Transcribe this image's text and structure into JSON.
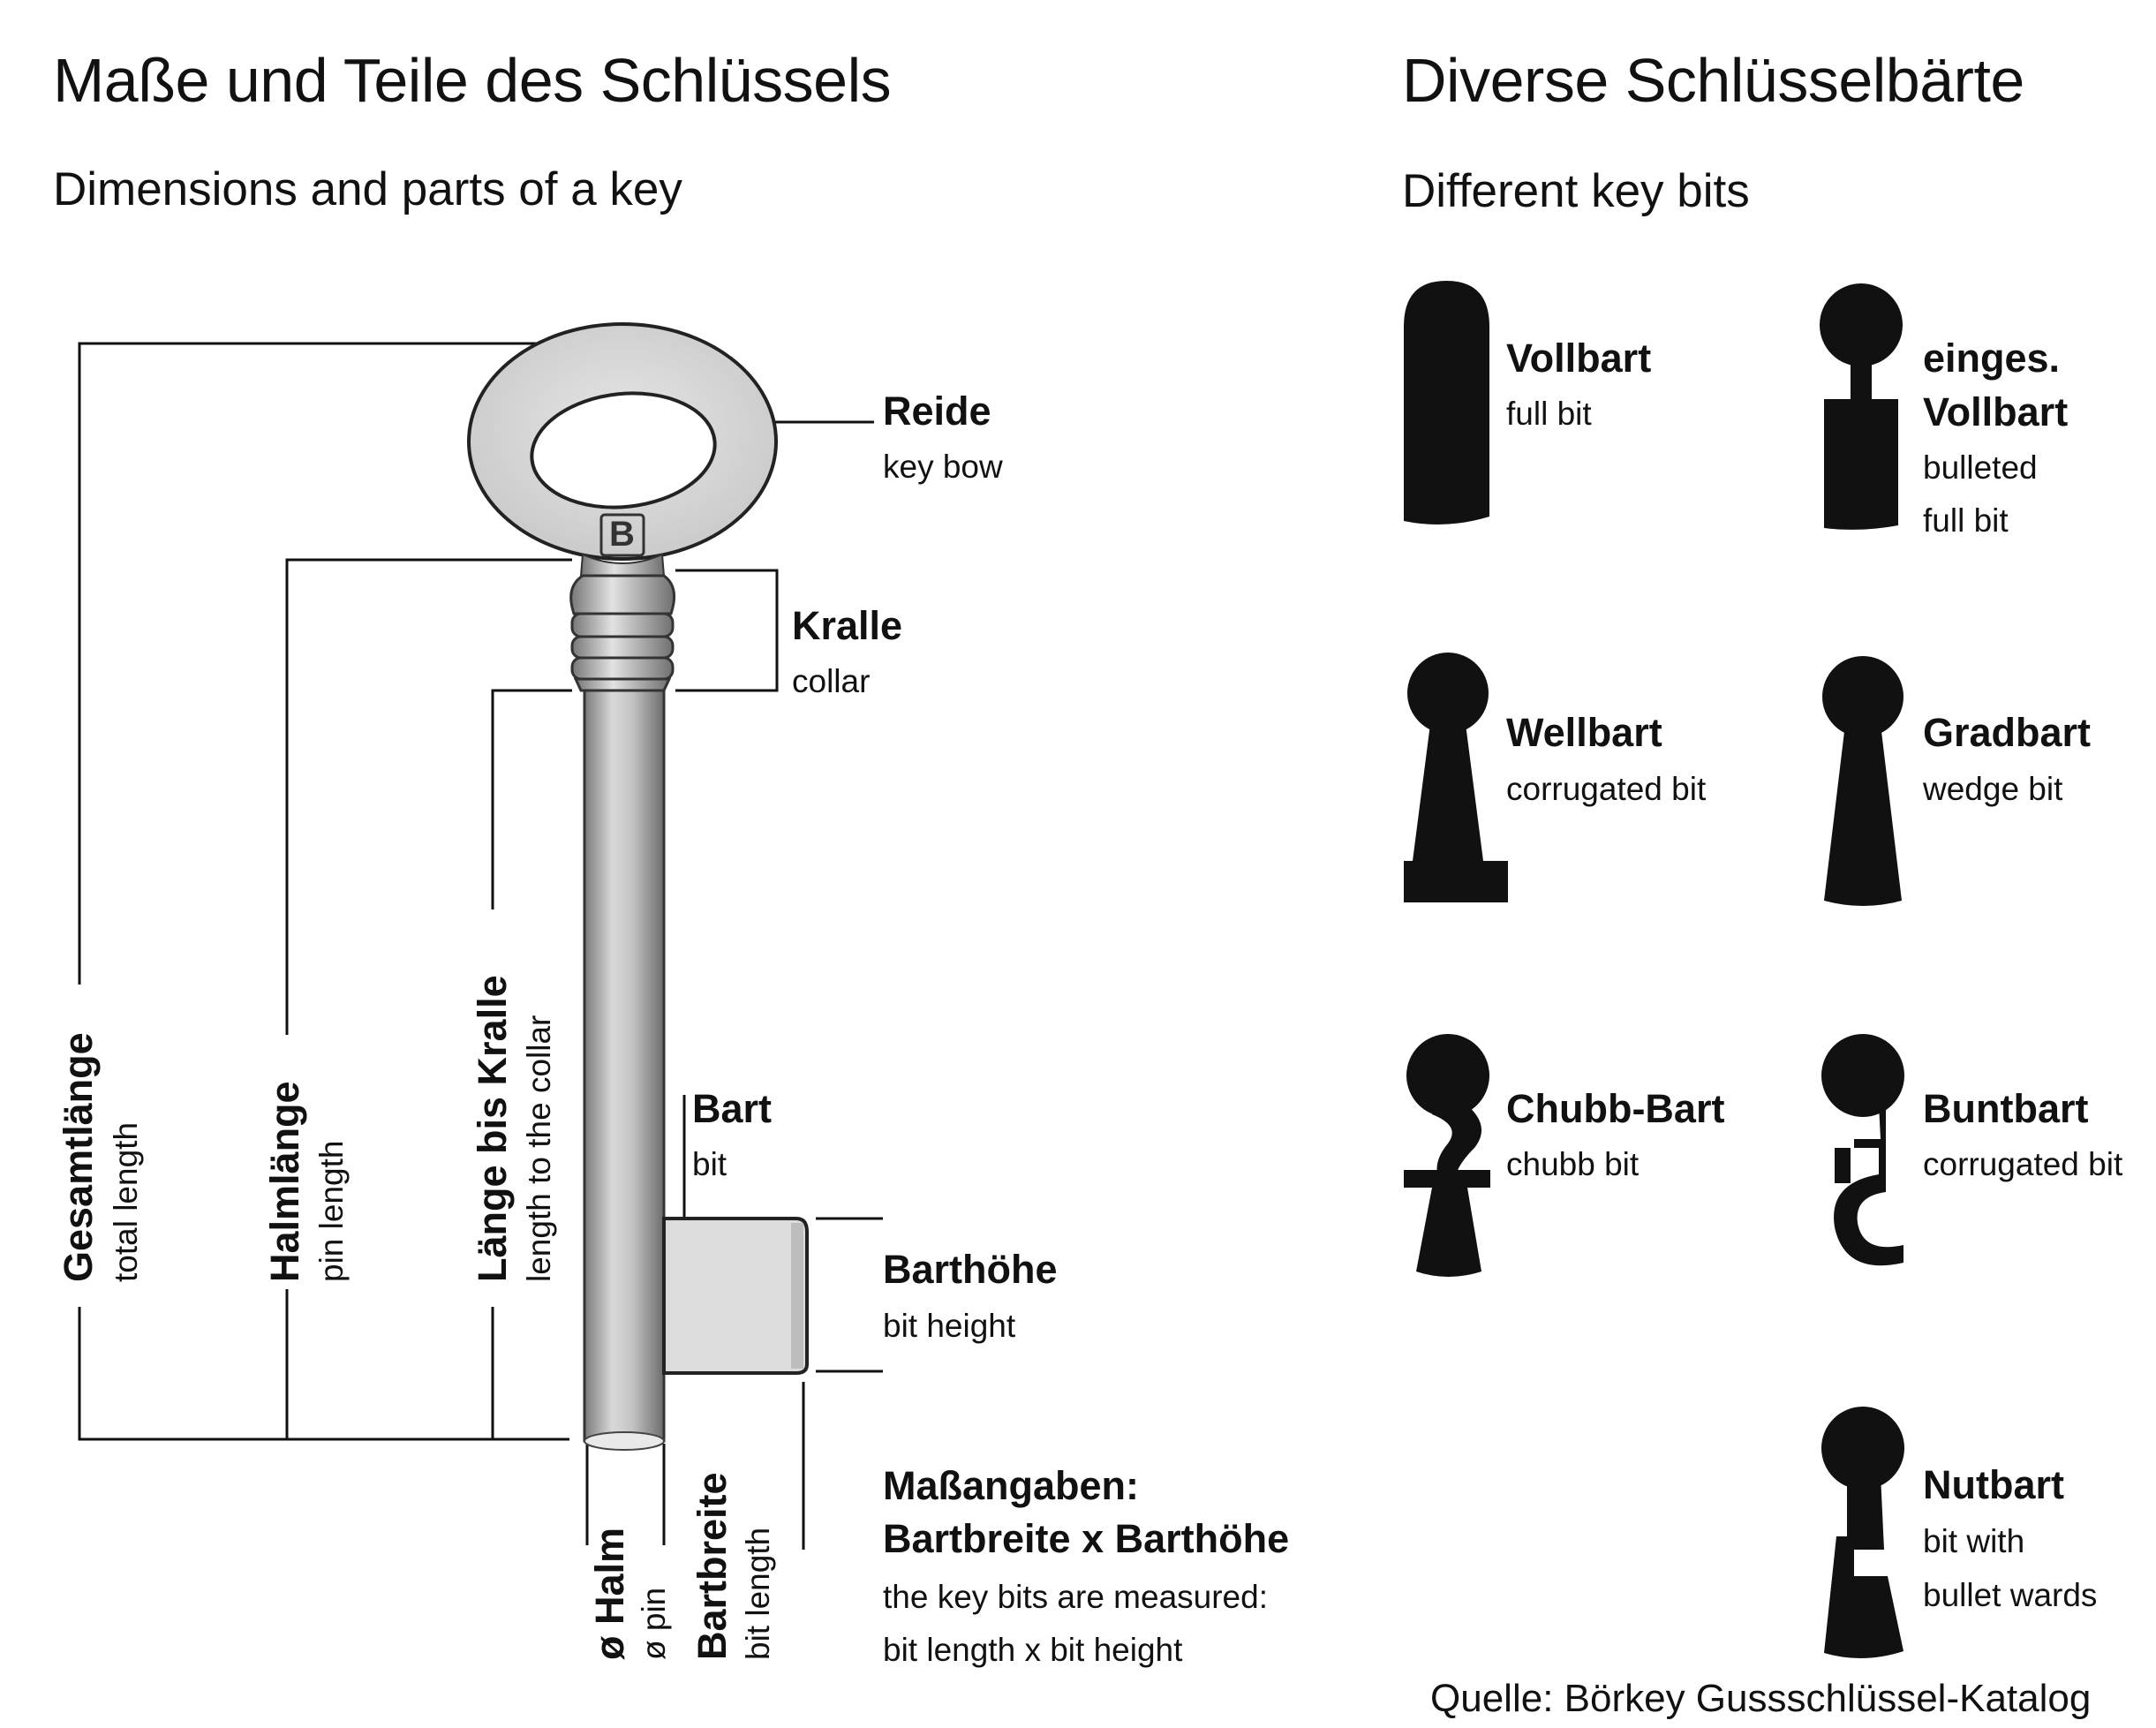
{
  "left": {
    "title": "Maße und Teile des Schlüssels",
    "subtitle": "Dimensions and parts of a key",
    "logo_letter": "B",
    "parts": {
      "reide": {
        "label": "Reide",
        "sub": "key bow"
      },
      "kralle": {
        "label": "Kralle",
        "sub": "collar"
      },
      "bart": {
        "label": "Bart",
        "sub": "bit"
      },
      "barthoehe": {
        "label": "Barthöhe",
        "sub": "bit height"
      }
    },
    "dimensions": {
      "gesamt": {
        "label": "Gesamtlänge",
        "sub": "total length"
      },
      "halm": {
        "label": "Halmlänge",
        "sub": "pin length"
      },
      "kralle_len": {
        "label": "Länge bis Kralle",
        "sub": "length to the collar"
      },
      "halm_d": {
        "label": "ø Halm",
        "sub": "ø pin"
      },
      "bartbreite": {
        "label": "Bartbreite",
        "sub": "bit length"
      }
    },
    "measure": {
      "line1": "Maßangaben:",
      "line2": "Bartbreite x Barthöhe",
      "line3": "the key bits are measured:",
      "line4": "bit length x bit height"
    }
  },
  "right": {
    "title": "Diverse Schlüsselbärte",
    "subtitle": "Different key bits",
    "bits": [
      {
        "label": "Vollbart",
        "sub": "full bit",
        "icon": "full-bit-icon"
      },
      {
        "label": "einges.",
        "label2": "Vollbart",
        "sub": "bulleted",
        "sub2": "full bit",
        "icon": "bulleted-full-bit-icon"
      },
      {
        "label": "Wellbart",
        "sub": "corrugated bit",
        "icon": "corrugated-bit-icon"
      },
      {
        "label": "Gradbart",
        "sub": "wedge bit",
        "icon": "wedge-bit-icon"
      },
      {
        "label": "Chubb-Bart",
        "sub": "chubb bit",
        "icon": "chubb-bit-icon"
      },
      {
        "label": "Buntbart",
        "sub": "corrugated bit",
        "icon": "buntbart-bit-icon"
      },
      {
        "label": "Nutbart",
        "sub": "bit with",
        "sub2": "bullet wards",
        "icon": "bullet-wards-bit-icon"
      }
    ]
  },
  "source": "Quelle: Börkey Gussschlüssel-Katalog",
  "colors": {
    "ink": "#111111",
    "key_silver": "#b9b9b9",
    "bow_fill": "#d6d6d6",
    "bit_fill": "#dcdcdc"
  }
}
